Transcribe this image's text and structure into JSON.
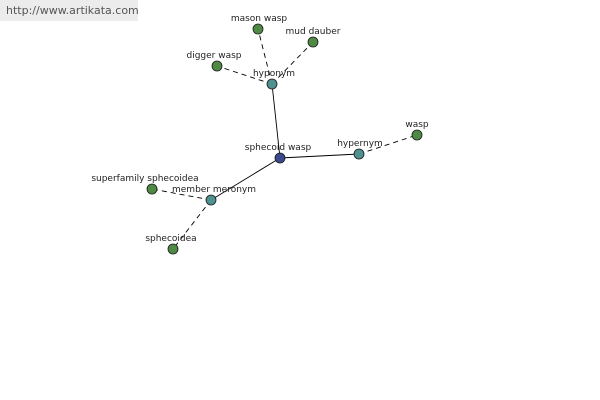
{
  "watermark": "http://www.artikata.com",
  "colors": {
    "center": "#3b4a8c",
    "relation": "#4f9090",
    "leaf": "#4f8a45"
  },
  "nodes": [
    {
      "id": "sphecoid-wasp",
      "label": "sphecoid wasp",
      "kind": "center"
    },
    {
      "id": "hyponym",
      "label": "hyponym",
      "kind": "relation"
    },
    {
      "id": "hypernym",
      "label": "hypernym",
      "kind": "relation"
    },
    {
      "id": "member-meronym",
      "label": "member meronym",
      "kind": "relation"
    },
    {
      "id": "mason-wasp",
      "label": "mason wasp",
      "kind": "leaf"
    },
    {
      "id": "mud-dauber",
      "label": "mud dauber",
      "kind": "leaf"
    },
    {
      "id": "digger-wasp",
      "label": "digger wasp",
      "kind": "leaf"
    },
    {
      "id": "wasp",
      "label": "wasp",
      "kind": "leaf"
    },
    {
      "id": "superfamily-sphecoidea",
      "label": "superfamily sphecoidea",
      "kind": "leaf"
    },
    {
      "id": "sphecoidea",
      "label": "sphecoidea",
      "kind": "leaf"
    }
  ],
  "edges": [
    {
      "from": "sphecoid-wasp",
      "to": "hyponym",
      "style": "solid"
    },
    {
      "from": "sphecoid-wasp",
      "to": "hypernym",
      "style": "solid"
    },
    {
      "from": "sphecoid-wasp",
      "to": "member-meronym",
      "style": "solid"
    },
    {
      "from": "hyponym",
      "to": "mason-wasp",
      "style": "dashed"
    },
    {
      "from": "hyponym",
      "to": "mud-dauber",
      "style": "dashed"
    },
    {
      "from": "hyponym",
      "to": "digger-wasp",
      "style": "dashed"
    },
    {
      "from": "hypernym",
      "to": "wasp",
      "style": "dashed"
    },
    {
      "from": "member-meronym",
      "to": "superfamily-sphecoidea",
      "style": "dashed"
    },
    {
      "from": "member-meronym",
      "to": "sphecoidea",
      "style": "dashed"
    }
  ]
}
